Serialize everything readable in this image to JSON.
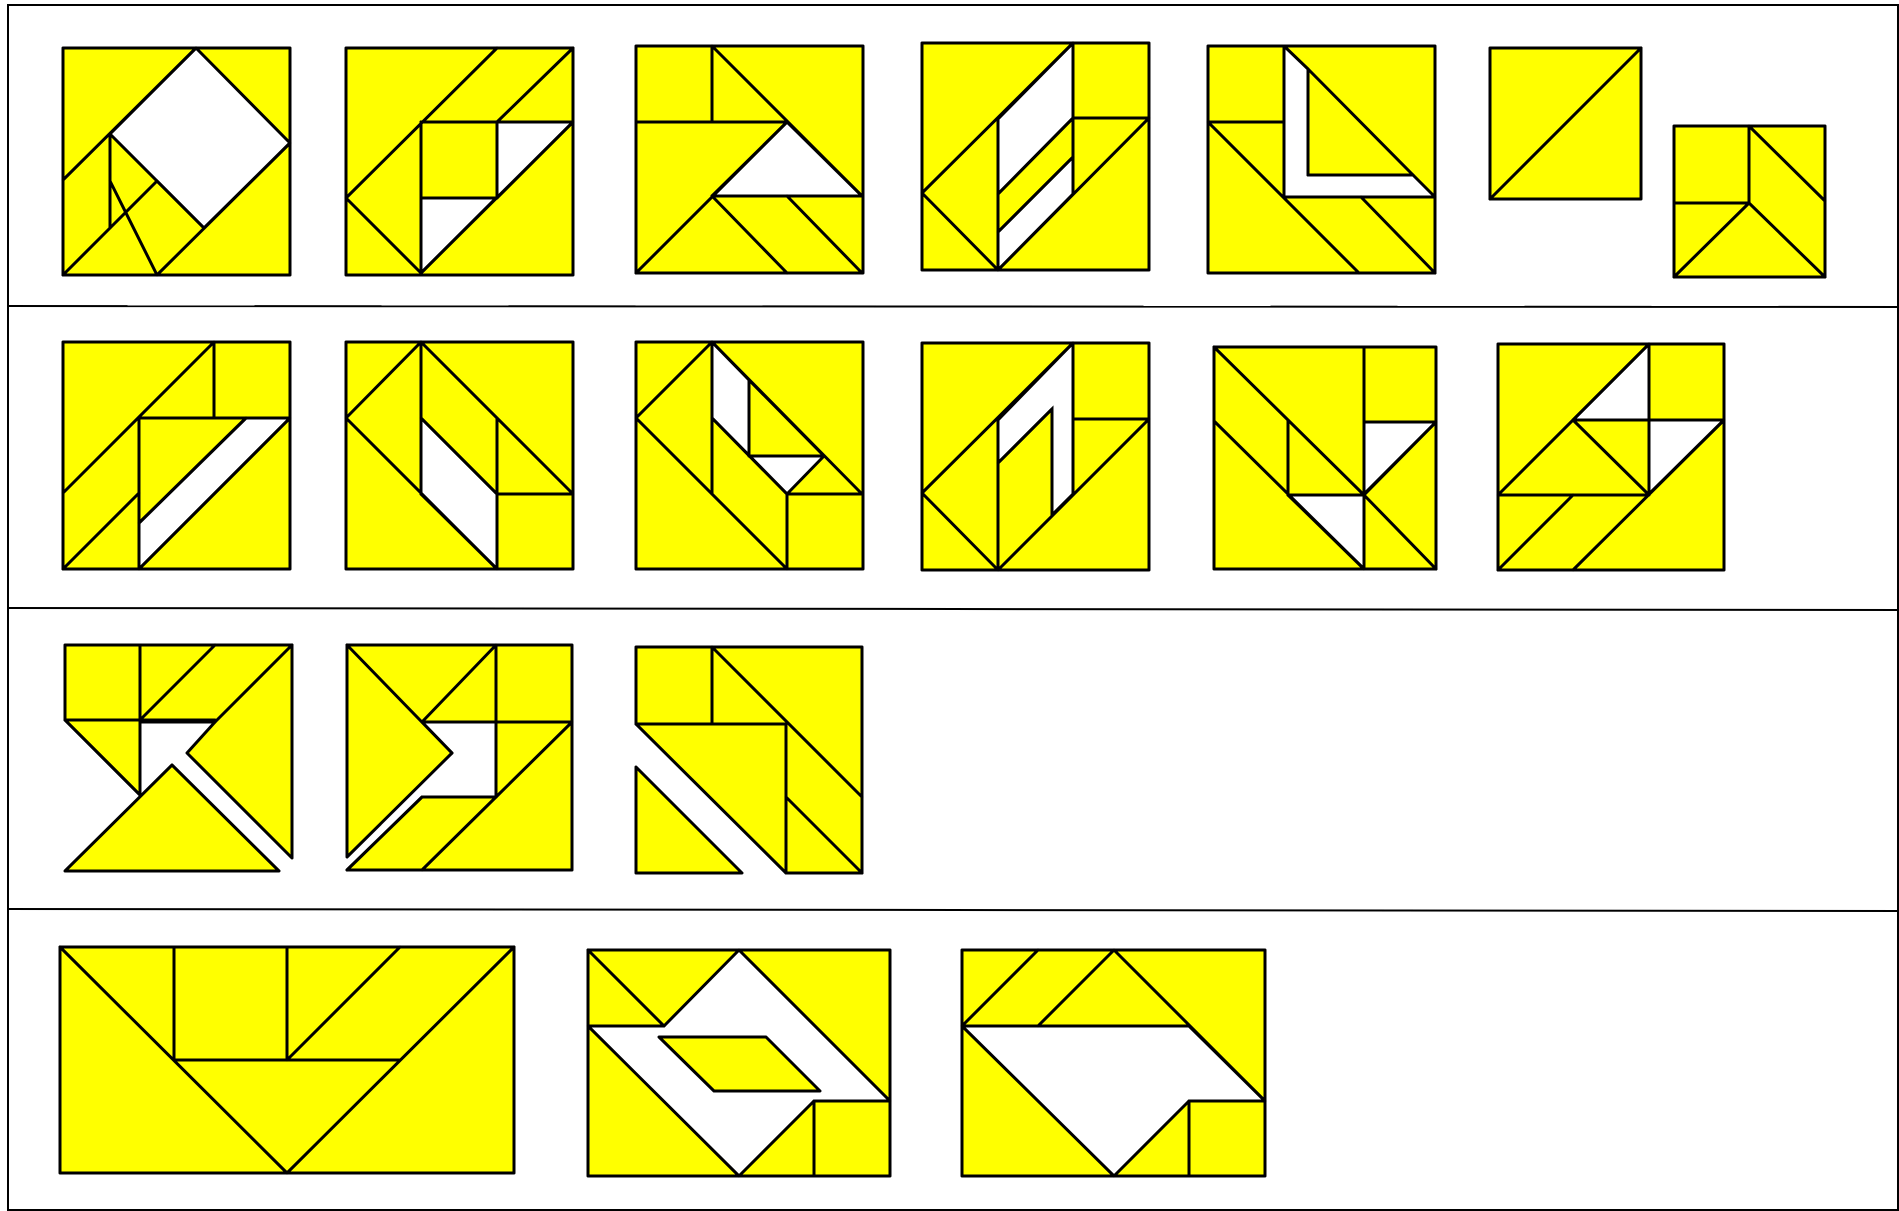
{
  "colors": {
    "piece": "#ffff00",
    "hole": "#ffffff",
    "stroke": "#000000",
    "background": "#ffffff"
  },
  "rows": [
    {
      "id": "row-1",
      "figure_count": 7
    },
    {
      "id": "row-2",
      "figure_count": 6
    },
    {
      "id": "row-3",
      "figure_count": 3
    },
    {
      "id": "row-4",
      "figure_count": 3
    }
  ]
}
